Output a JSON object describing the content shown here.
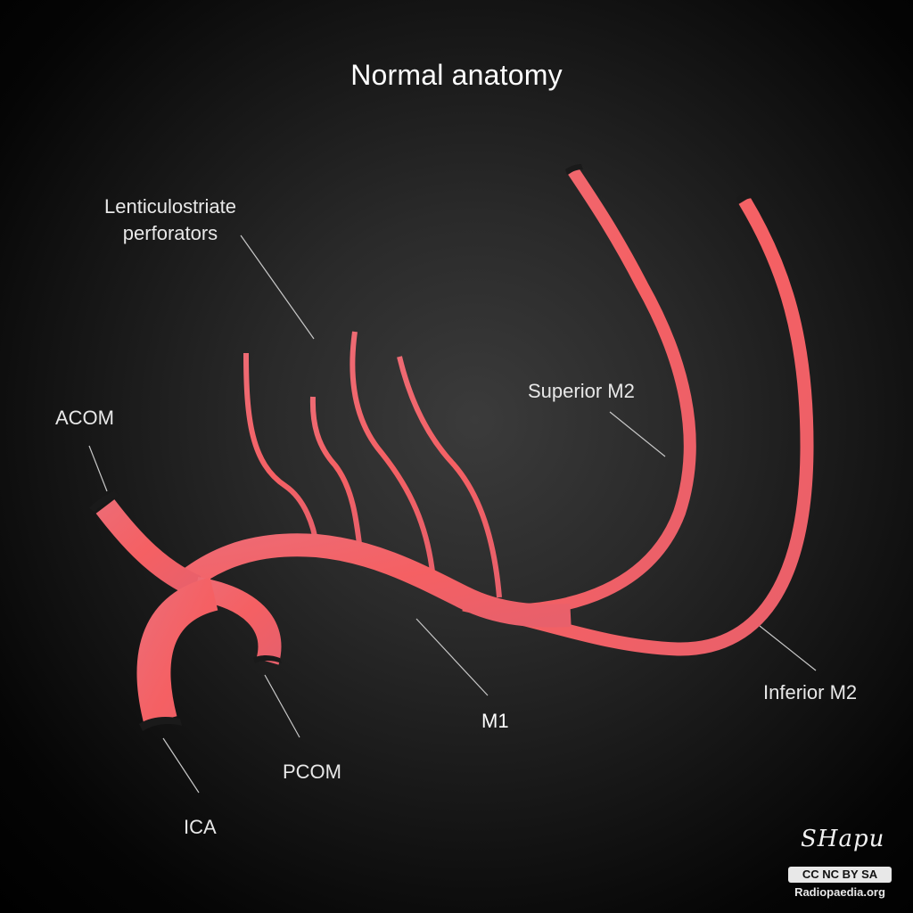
{
  "title": "Normal anatomy",
  "labels": {
    "lenticulostriate_line1": "Lenticulostriate",
    "lenticulostriate_line2": "perforators",
    "acom": "ACOM",
    "superior_m2": "Superior M2",
    "inferior_m2": "Inferior M2",
    "m1": "M1",
    "pcom": "PCOM",
    "ica": "ICA"
  },
  "footer": {
    "signature": "SHapu",
    "license": "CC NC BY SA",
    "source": "Radiopaedia.org"
  },
  "colors": {
    "vessel": "#f0626a",
    "leader_line": "#cfcfcf",
    "text": "#e8e8e8"
  }
}
